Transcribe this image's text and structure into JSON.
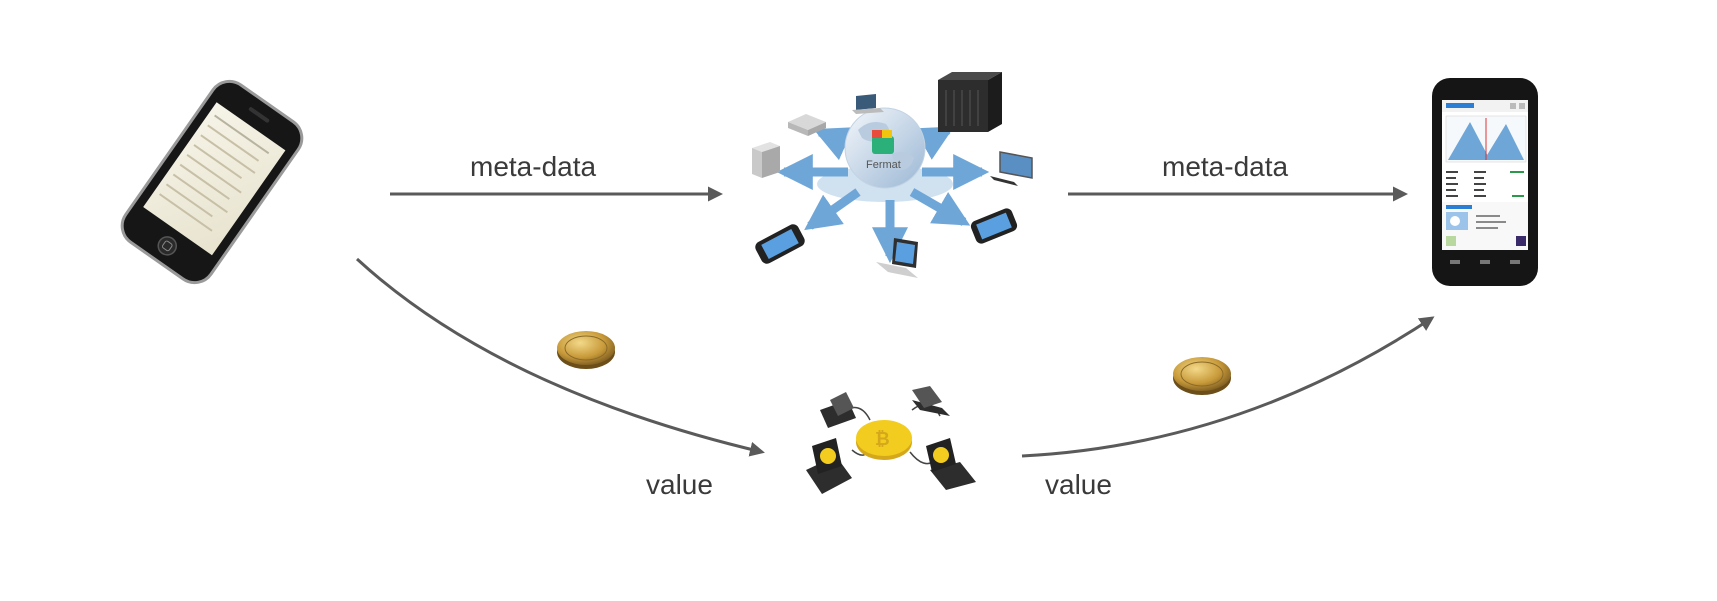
{
  "labels": {
    "top_left": "meta-data",
    "top_right": "meta-data",
    "bottom_left": "value",
    "bottom_right": "value"
  },
  "network_hub": {
    "name": "Fermat"
  },
  "colors": {
    "arrow": "#5a5a5a",
    "text": "#3a3a3a",
    "network_arrow": "#6fa6d8",
    "coin_gold": "#c8a040",
    "bitcoin_yellow": "#f2cc1e"
  },
  "icons": {
    "sender": "iphone-icon",
    "receiver": "android-phone-icon",
    "meta_network": "globe-network-icon",
    "value_network": "bitcoin-network-icon",
    "coin": "bitcoin-coin-icon"
  }
}
